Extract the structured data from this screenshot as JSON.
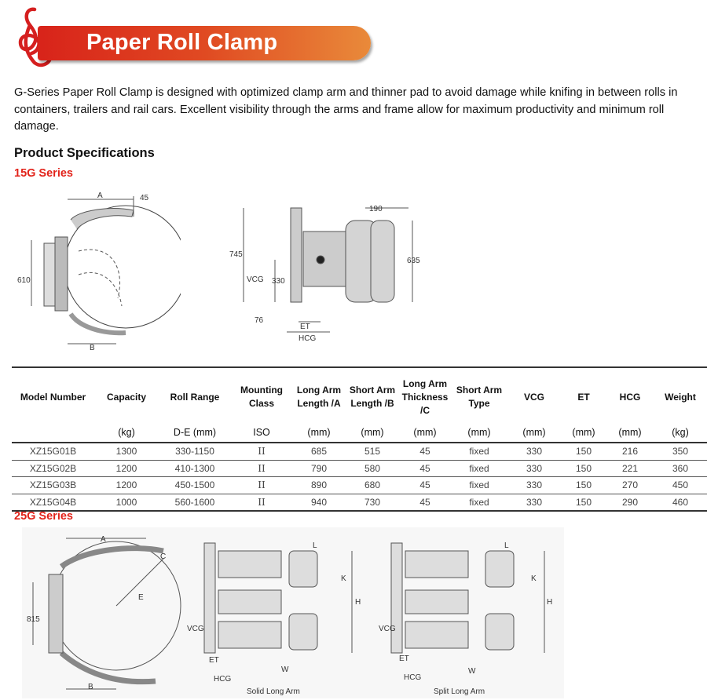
{
  "header": {
    "title": "Paper Roll Clamp",
    "logo_letter": "G"
  },
  "intro": "G-Series Paper Roll Clamp is designed with optimized clamp arm and thinner pad to avoid damage while knifing in between rolls in containers, trailers and rail cars. Excellent visibility through the arms and frame allow for maximum productivity and minimum roll damage.",
  "specs_heading": "Product Specifications",
  "series_15g": {
    "title": "15G Series",
    "diagram_top": {
      "a": "A",
      "dim45": "45",
      "dim610": "610",
      "b": "B"
    },
    "diagram_side": {
      "dim190": "190",
      "dim745": "745",
      "dim635": "635",
      "vcg": "VCG",
      "dim330": "330",
      "dim76": "76",
      "et": "ET",
      "hcg": "HCG"
    }
  },
  "table": {
    "headers": [
      "Model Number",
      "Capacity",
      "Roll Range",
      "Mounting Class",
      "Long Arm Length /A",
      "Short Arm Length /B",
      "Long Arm Thickness /C",
      "Short Arm Type",
      "VCG",
      "ET",
      "HCG",
      "Weight"
    ],
    "units": [
      "",
      "(kg)",
      "D-E (mm)",
      "ISO",
      "(mm)",
      "(mm)",
      "(mm)",
      "(mm)",
      "(mm)",
      "(mm)",
      "(mm)",
      "(kg)"
    ],
    "rows": [
      [
        "XZ15G01B",
        "1300",
        "330-1150",
        "II",
        "685",
        "515",
        "45",
        "fixed",
        "330",
        "150",
        "216",
        "350"
      ],
      [
        "XZ15G02B",
        "1200",
        "410-1300",
        "II",
        "790",
        "580",
        "45",
        "fixed",
        "330",
        "150",
        "221",
        "360"
      ],
      [
        "XZ15G03B",
        "1200",
        "450-1500",
        "II",
        "890",
        "680",
        "45",
        "fixed",
        "330",
        "150",
        "270",
        "450"
      ],
      [
        "XZ15G04B",
        "1000",
        "560-1600",
        "II",
        "940",
        "730",
        "45",
        "fixed",
        "330",
        "150",
        "290",
        "460"
      ]
    ]
  },
  "series_25g": {
    "title": "25G Series",
    "diagram_top": {
      "a": "A",
      "c": "C",
      "e": "E",
      "dim815": "815",
      "b": "B"
    },
    "solid": {
      "l": "L",
      "k": "K",
      "h": "H",
      "vcg": "VCG",
      "et": "ET",
      "hcg": "HCG",
      "w": "W",
      "caption": "Solid Long Arm"
    },
    "split": {
      "l": "L",
      "k": "K",
      "h": "H",
      "vcg": "VCG",
      "et": "ET",
      "hcg": "HCG",
      "w": "W",
      "caption": "Split Long Arm"
    }
  }
}
